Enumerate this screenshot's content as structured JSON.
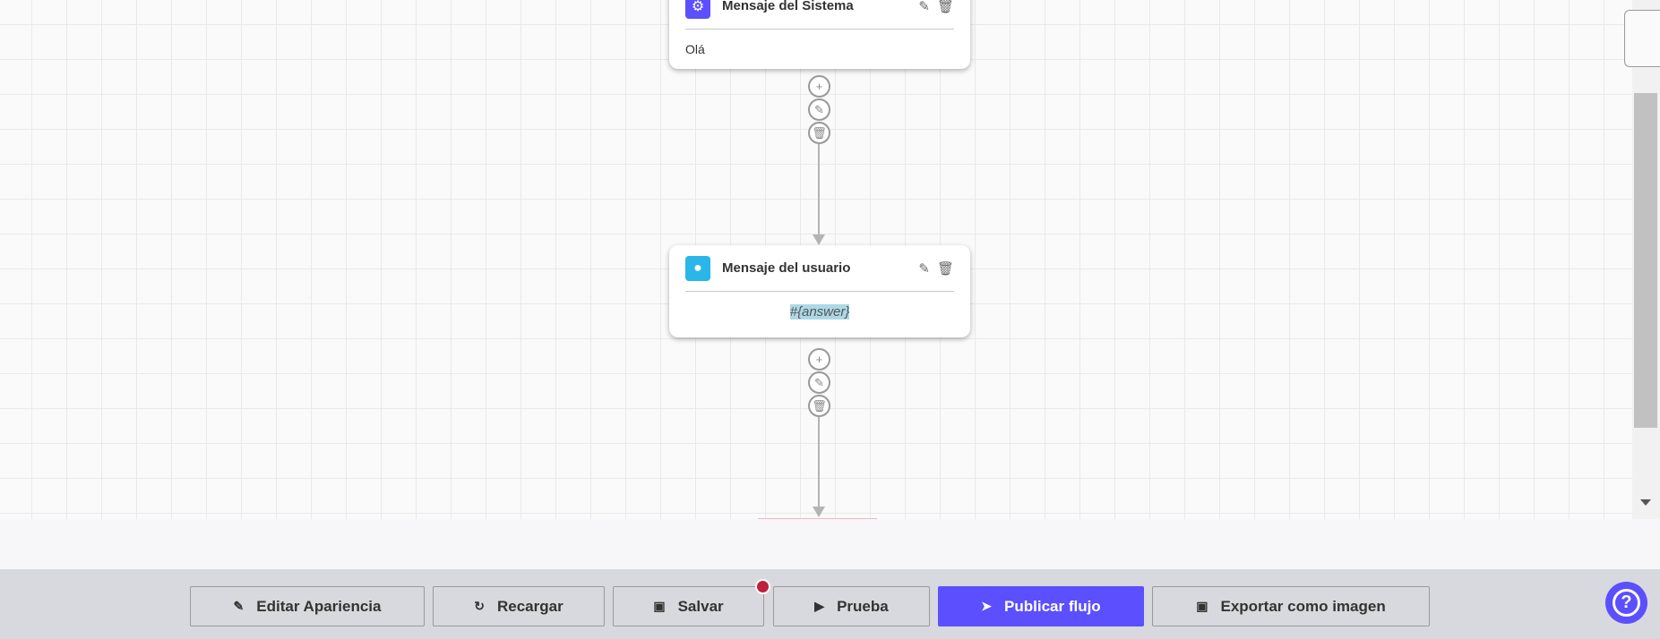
{
  "nodes": [
    {
      "title": "Mensaje del Sistema",
      "type": "system",
      "icon": "robot-icon",
      "text": "Olá",
      "color": "#5b4ffe"
    },
    {
      "title": "Mensaje del usuario",
      "type": "user",
      "icon": "user-icon",
      "text": "#{answer}",
      "color": "#29b6e8"
    }
  ],
  "toolbar": {
    "edit_appearance": "Editar Apariencia",
    "reload": "Recargar",
    "save": "Salvar",
    "test": "Prueba",
    "publish": "Publicar flujo",
    "export": "Exportar como imagen"
  },
  "colors": {
    "accent": "#5b4ffe",
    "unsaved_dot": "#c0203a"
  },
  "help": "?"
}
